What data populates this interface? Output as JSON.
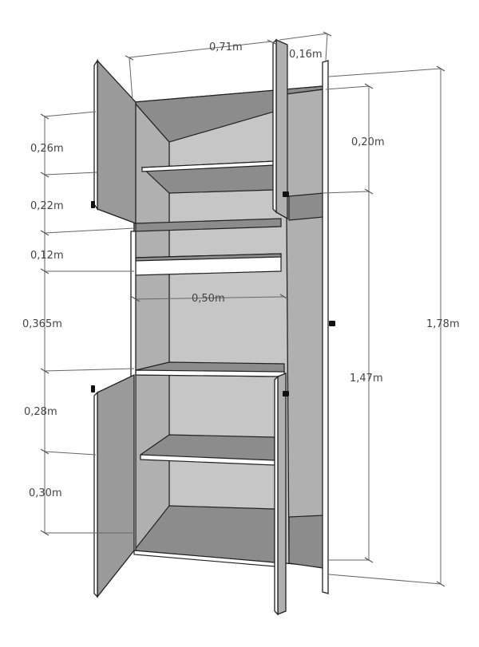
{
  "diagram": {
    "dimensions": {
      "top_width": "0,71m",
      "top_depth": "0,16m",
      "left_h1": "0,26m",
      "left_h2": "0,22m",
      "left_h3": "0,12m",
      "left_h4": "0,365m",
      "left_h5": "0,28m",
      "left_h6": "0,30m",
      "inner_width": "0,50m",
      "right_top": "0,20m",
      "right_tall": "1,47m",
      "total_height": "1,78m"
    },
    "colors": {
      "shelf": "#8c8c8c",
      "panel_dark": "#9a9a9a",
      "panel_mid": "#b0b0b0",
      "panel_light": "#c6c6c6",
      "line": "#222222"
    }
  }
}
